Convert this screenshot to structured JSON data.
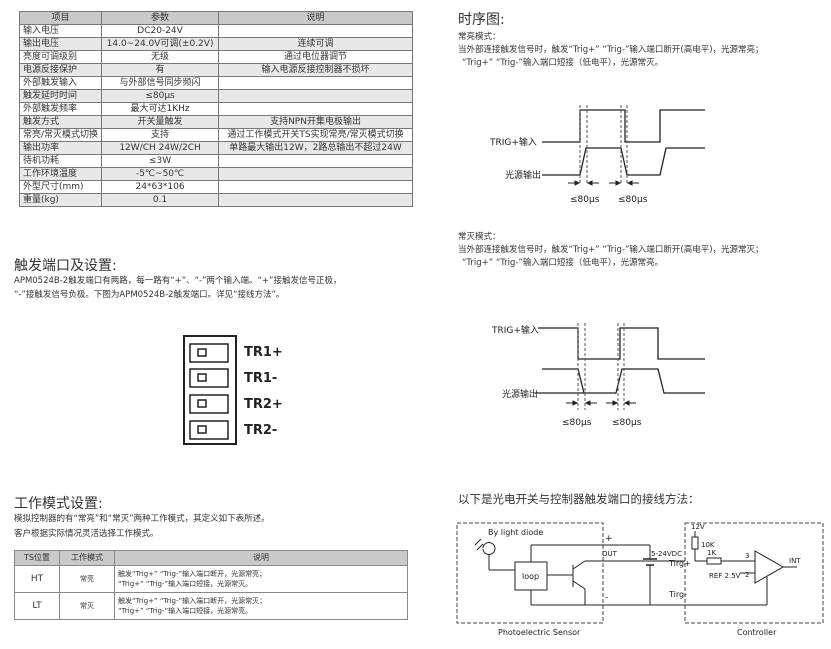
{
  "spec": {
    "headers": [
      "项目",
      "参数",
      "说明"
    ],
    "rows": [
      [
        "输入电压",
        "DC20-24V",
        ""
      ],
      [
        "输出电压",
        "14.0~24.0V可调(±0.2V)",
        "连续可调"
      ],
      [
        "亮度可调级别",
        "无级",
        "通过电位器调节"
      ],
      [
        "电源反接保护",
        "有",
        "输入电源反接控制器不损坏"
      ],
      [
        "外部触发输入",
        "与外部信号同步频闪",
        ""
      ],
      [
        "触发延时时间",
        "≤80μs",
        ""
      ],
      [
        "外部触发频率",
        "最大可达1KHz",
        ""
      ],
      [
        "触发方式",
        "开关量触发",
        "支持NPN开集电极输出"
      ],
      [
        "常亮/常灭模式切换",
        "支持",
        "通过工作模式开关TS实现常亮/常灭模式切换"
      ],
      [
        "输出功率",
        "12W/CH  24W/2CH",
        "单路最大输出12W，2路总输出不超过24W"
      ],
      [
        "待机功耗",
        "≤3W",
        ""
      ],
      [
        "工作环境温度",
        "-5℃~50℃",
        ""
      ],
      [
        "外型尺寸(mm)",
        "24*63*106",
        ""
      ],
      [
        "重量(kg)",
        "0.1",
        ""
      ]
    ]
  },
  "trigger_port": {
    "title": "触发端口及设置:",
    "text1": "APM0524B-2触发端口有两路，每一路有“+”、“-”两个输入端。“+”接触发信号正极，",
    "text2": "“-”接触发信号负极。下图为APM0524B-2触发端口。详见“接线方法”。",
    "labels": [
      "TR1+",
      "TR1-",
      "TR2+",
      "TR2-"
    ]
  },
  "work_mode": {
    "title": "工作模式设置:",
    "text1": "模拟控制器的有“常亮”和“常灭”两种工作模式，其定义如下表所述。",
    "text2": "客户根据实际情况灵活选择工作模式。",
    "headers": [
      "TS位置",
      "工作模式",
      "说明"
    ],
    "rows": [
      {
        "pos": "HT",
        "mode": "常亮",
        "desc1": "触发“Trig+” “Trig-”输入端口断开，光源常亮；",
        "desc2": "“Trig+” “Trig-”输入端口短接，光源常灭。"
      },
      {
        "pos": "LT",
        "mode": "常灭",
        "desc1": "触发“Trig+” “Trig-”输入端口断开，光源常灭；",
        "desc2": "“Trig+” “Trig-”输入端口短接，光源常亮。"
      }
    ]
  },
  "timing": {
    "title": "时序图:",
    "on_mode": {
      "label": "常亮模式：",
      "text1": "当外部连接触发信号时，触发“Trig+” “Trig-”输入端口断开(高电平)，光源常亮；",
      "text2": "“Trig+” “Trig-”输入端口短接（低电平），光源常灭。",
      "trig_label": "TRIG+输入",
      "out_label": "光源输出",
      "delay1": "≤80μs",
      "delay2": "≤80μs"
    },
    "off_mode": {
      "label": "常灭模式：",
      "text1": "当外部连接触发信号时，触发“Trig+” “Trig-”输入端口断开(高电平)，光源常灭；",
      "text2": "“Trig+” “Trig-”输入端口短接（低电平），光源常亮。",
      "trig_label": "TRIG+输入",
      "out_label": "光源输出",
      "delay1": "≤80μs",
      "delay2": "≤80μs"
    }
  },
  "wiring": {
    "title": "以下是光电开关与控制器触发端口的接线方法：",
    "by_light_diode": "By light diode",
    "loop": "loop",
    "plus": "+",
    "out": "OUT",
    "minus": "-",
    "supply": "5-24VDC",
    "v12": "12V",
    "r10k": "10K",
    "r1k": "1K",
    "ref": "REF 2.5V",
    "trig_plus": "Tirg+",
    "trig_minus": "Tirg-",
    "int": "INT",
    "pin3": "3",
    "pin2": "2",
    "sensor_label": "Photoelectric Sensor",
    "controller_label": "Controller"
  }
}
